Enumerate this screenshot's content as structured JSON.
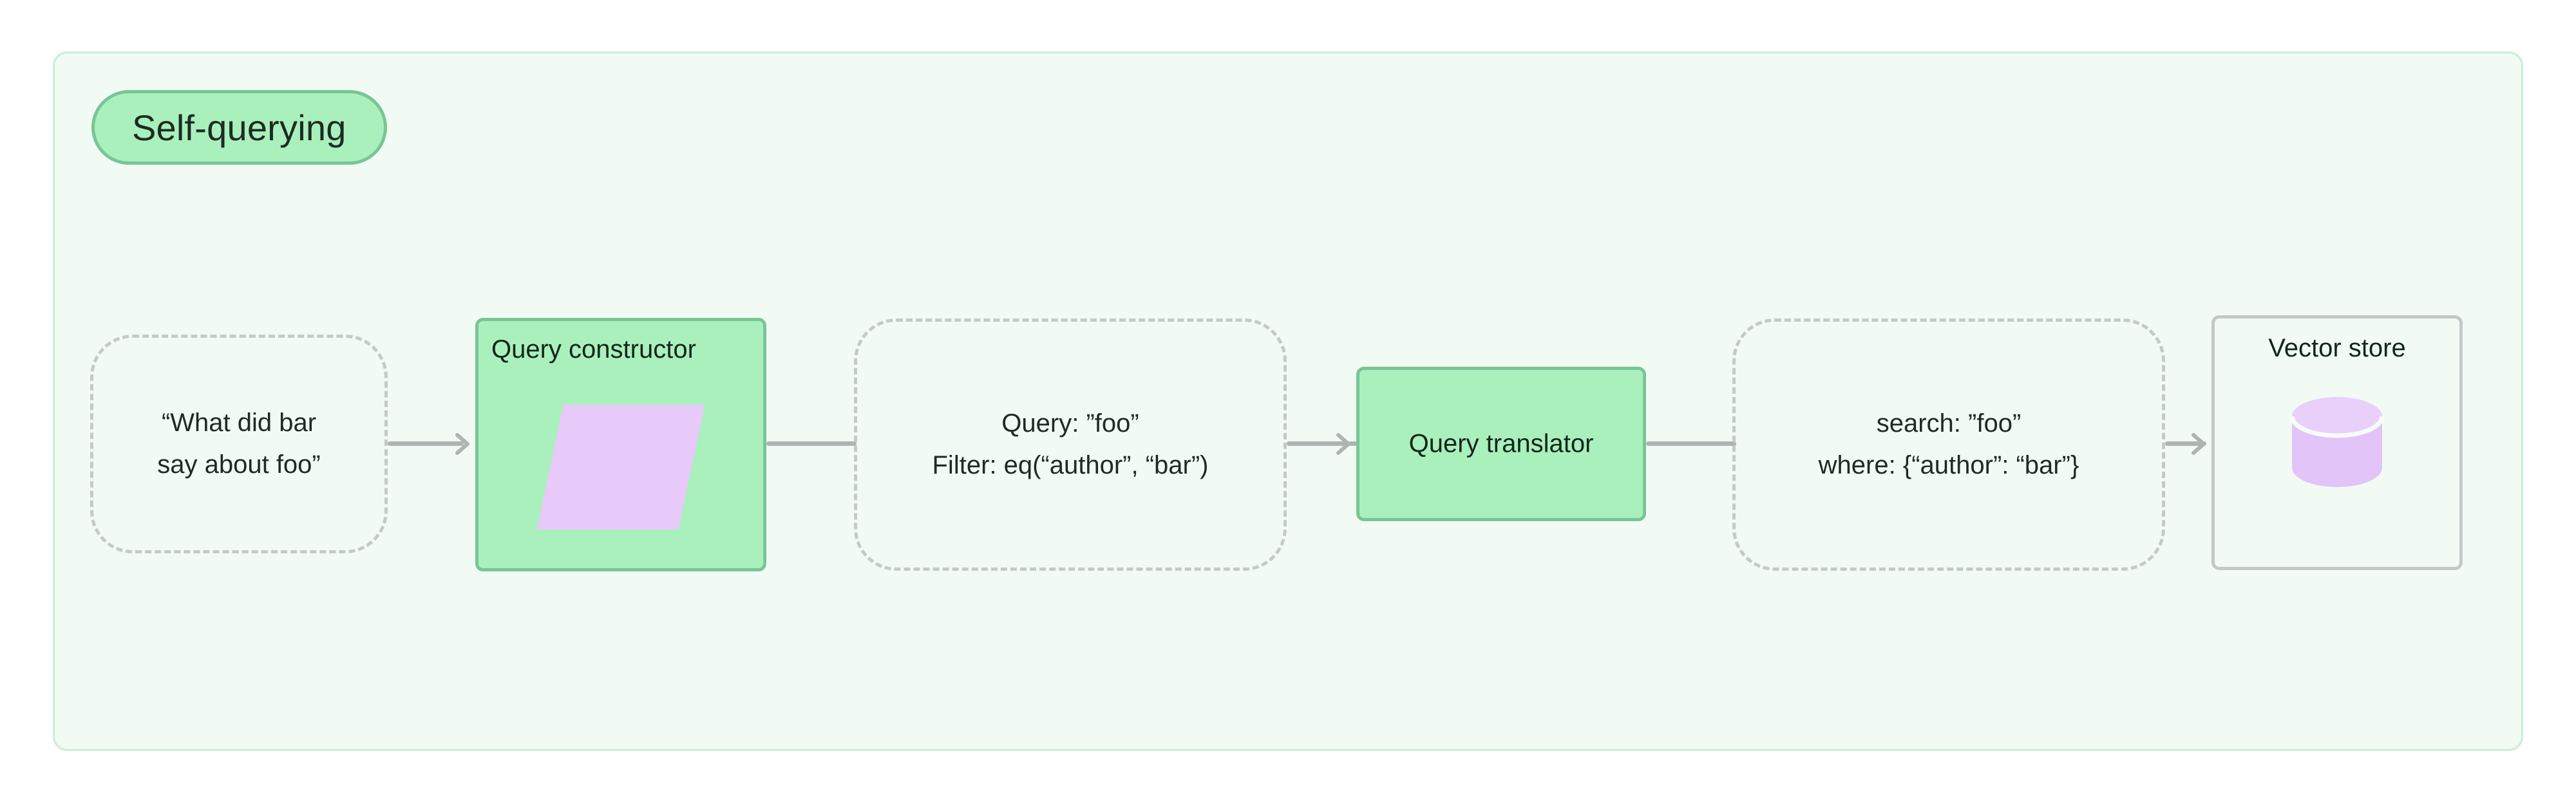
{
  "diagram": {
    "title": "Self-querying",
    "container_bg": "#f1fbf4",
    "accent_green": "#a9f0bd",
    "accent_green_border": "#78c596",
    "accent_purple": "#e7caf9",
    "dashed_border": "#c3cac7",
    "connector": "#aeb4b2"
  },
  "nodes": [
    {
      "id": "user-query",
      "type": "dashed",
      "lines": [
        "“What did bar",
        "say about foo”"
      ]
    },
    {
      "id": "query-constructor",
      "type": "process",
      "label": "Query constructor",
      "icon": "parallelogram-icon"
    },
    {
      "id": "structured-query",
      "type": "dashed",
      "lines": [
        "Query: ”foo”",
        "Filter: eq(“author”, “bar”)"
      ]
    },
    {
      "id": "query-translator",
      "type": "process",
      "label": "Query translator"
    },
    {
      "id": "translated-query",
      "type": "dashed",
      "lines": [
        "search: ”foo”",
        "where: {“author”: “bar”}"
      ]
    },
    {
      "id": "vector-store",
      "type": "store",
      "label": "Vector store",
      "icon": "database-cylinder-icon"
    }
  ],
  "edges": [
    {
      "from": "user-query",
      "to": "query-constructor",
      "arrow": true
    },
    {
      "from": "query-constructor",
      "to": "structured-query",
      "arrow": false
    },
    {
      "from": "structured-query",
      "to": "query-translator",
      "arrow": true
    },
    {
      "from": "query-translator",
      "to": "translated-query",
      "arrow": false
    },
    {
      "from": "translated-query",
      "to": "vector-store",
      "arrow": true
    }
  ]
}
